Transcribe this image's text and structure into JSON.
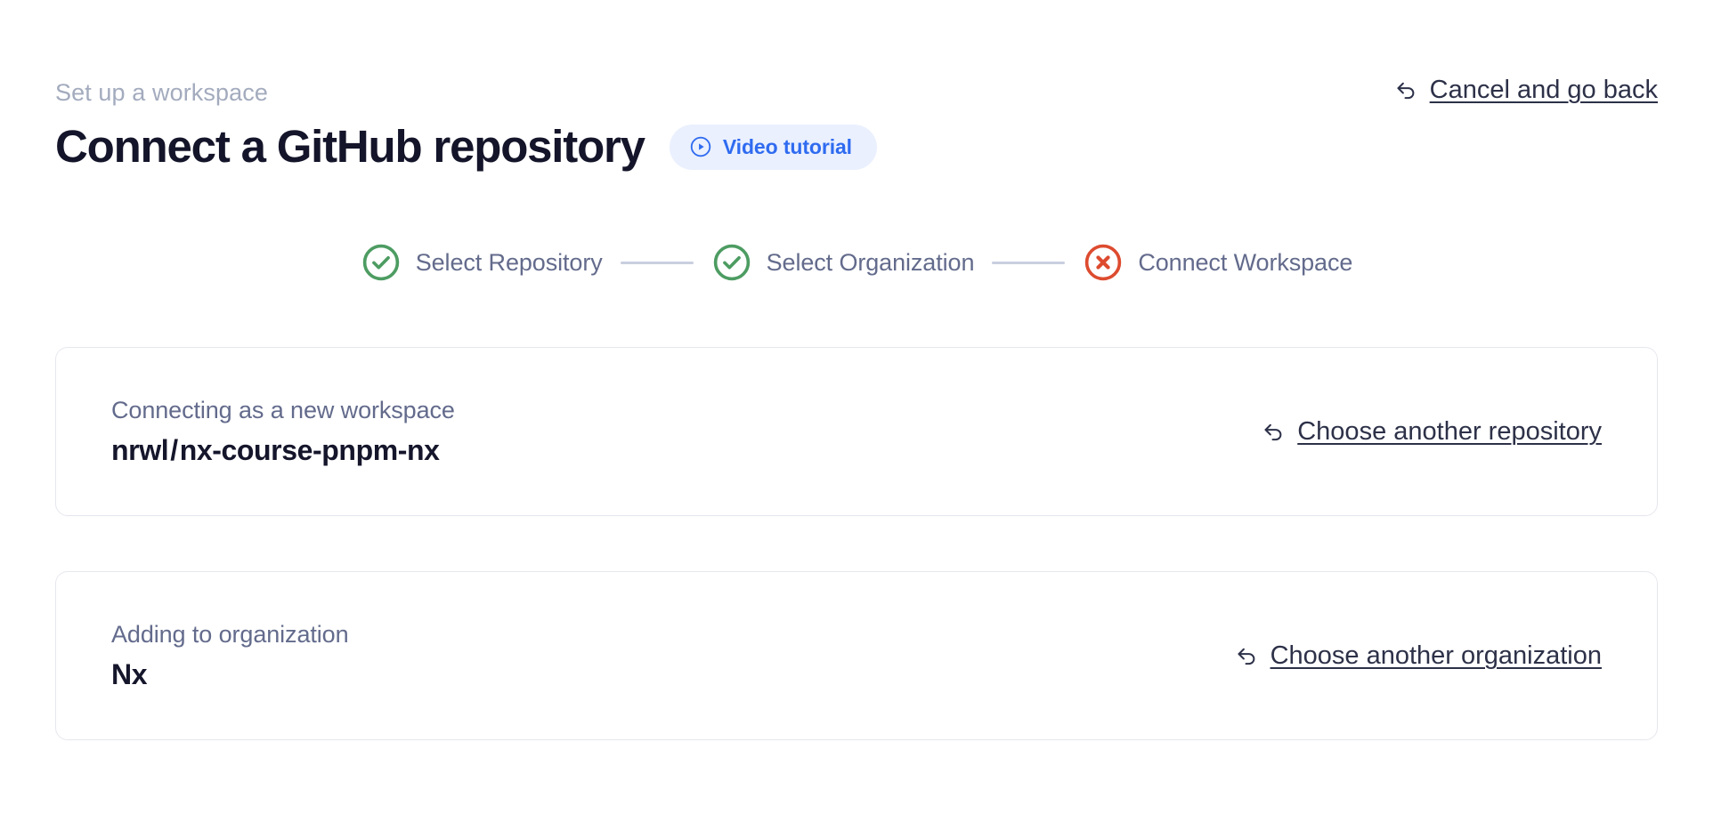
{
  "header": {
    "eyebrow": "Set up a workspace",
    "title": "Connect a GitHub repository",
    "video_badge": {
      "label": "Video tutorial",
      "icon": "play-circle-icon",
      "bg_color": "#eaf0fe",
      "text_color": "#2f6bf0"
    },
    "cancel_link": {
      "label": "Cancel and go back",
      "icon": "undo-arrow-icon"
    }
  },
  "stepper": {
    "steps": [
      {
        "label": "Select Repository",
        "state": "complete",
        "icon": "check-circle-icon",
        "color": "#4d9c62"
      },
      {
        "label": "Select Organization",
        "state": "complete",
        "icon": "check-circle-icon",
        "color": "#4d9c62"
      },
      {
        "label": "Connect Workspace",
        "state": "error",
        "icon": "x-circle-icon",
        "color": "#dd4b2f"
      }
    ],
    "connector_color": "#c9cfdf"
  },
  "cards": [
    {
      "caption": "Connecting as a new workspace",
      "value": {
        "owner": "nrwl",
        "separator": "/",
        "repo": "nx-course-pnpm-nx"
      },
      "link": {
        "label": "Choose another repository",
        "icon": "undo-arrow-icon"
      }
    },
    {
      "caption": "Adding to organization",
      "value": {
        "text": "Nx"
      },
      "link": {
        "label": "Choose another organization",
        "icon": "undo-arrow-icon"
      }
    }
  ]
}
